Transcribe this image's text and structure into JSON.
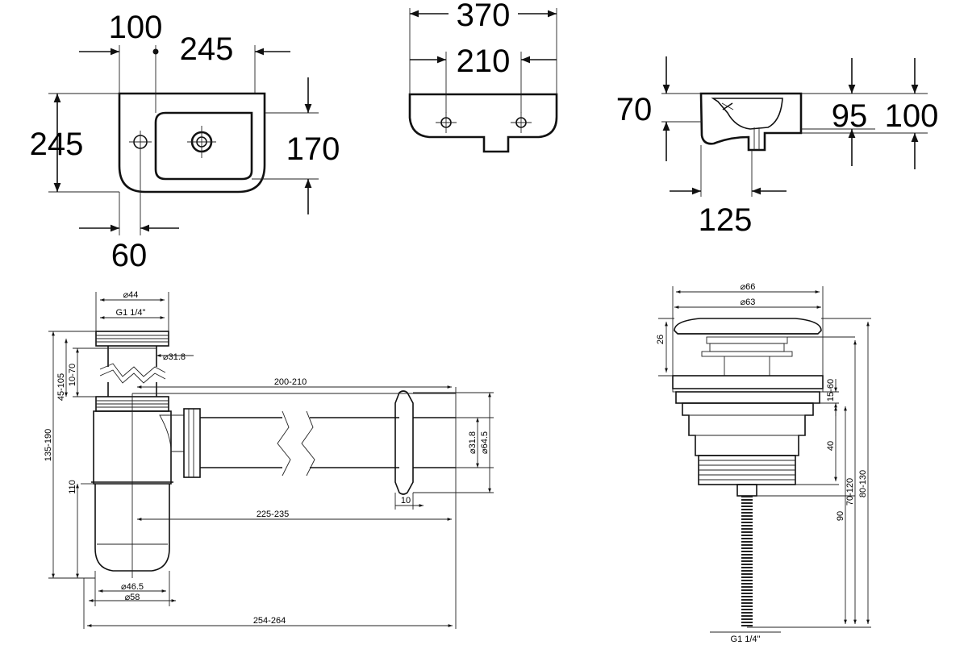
{
  "basin_front_view": {
    "dim_tap_offset": "100",
    "dim_bowl_width": "245",
    "dim_depth": "245",
    "dim_bowl_depth": "170",
    "dim_overflow_offset": "60"
  },
  "basin_rear_view": {
    "dim_total_width": "370",
    "dim_fixing_centres": "210"
  },
  "basin_side_view": {
    "dim_height_left": "70",
    "dim_bowl_height": "95",
    "dim_total_height": "100",
    "dim_waste_offset": "125"
  },
  "siphon": {
    "dim_outer_diameter": "⌀44",
    "dim_thread": "G1 1/4\"",
    "dim_pipe_diameter": "⌀31.8",
    "dim_adjust_height": "10-70",
    "dim_inlet_height": "45-105",
    "dim_total_height": "135-190",
    "dim_body_height": "110",
    "dim_pipe_length": "200-210",
    "dim_pipe_outer": "⌀31.8",
    "dim_flange_diameter": "⌀64.5",
    "dim_flange_depth": "10",
    "dim_outlet_length": "225-235",
    "dim_body_inner": "⌀46.5",
    "dim_body_outer": "⌀58",
    "dim_total_length": "254-264"
  },
  "click_clack_waste": {
    "dim_cap_outer": "⌀66",
    "dim_cap_inner": "⌀63",
    "dim_cap_height": "26",
    "dim_flange_gap": "15-60",
    "dim_thread_len": "40",
    "dim_body_height": "70-120",
    "dim_total_height": "80-130",
    "dim_rod_height": "90",
    "dim_thread": "G1 1/4\""
  }
}
